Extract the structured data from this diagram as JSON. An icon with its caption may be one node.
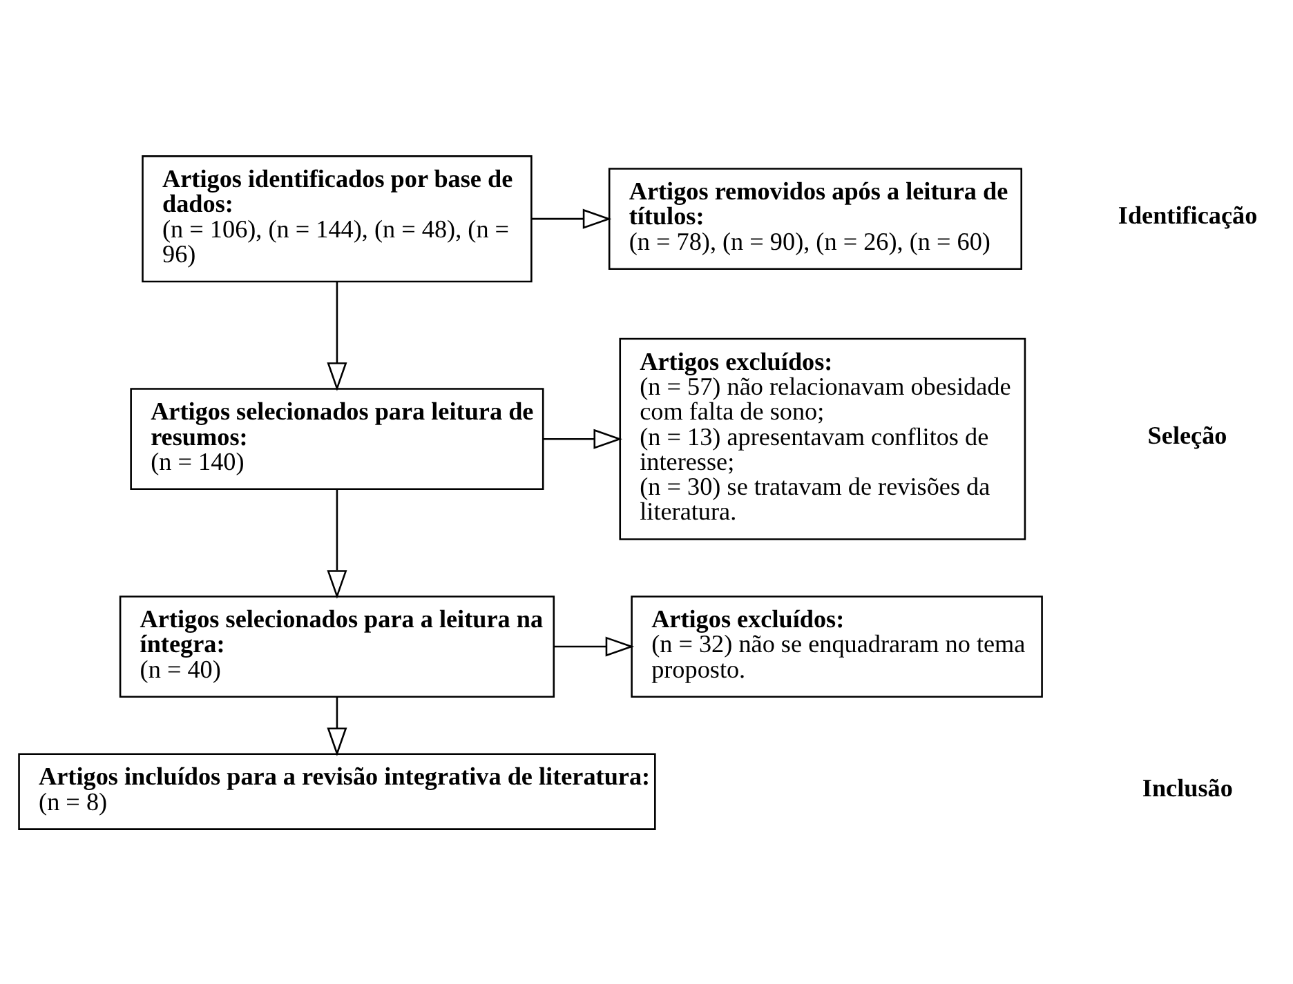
{
  "diagram": {
    "nodes": [
      {
        "text": [
          "Artigos identificados por base de dados:",
          "(n = 106), (n = 144), (n = 48), (n = 96)"
        ]
      },
      {
        "text": [
          "Artigos removidos após a leitura de títulos:",
          "(n = 78), (n = 90), (n = 26), (n = 60)"
        ]
      },
      {
        "text": [
          "Artigos selecionados para leitura de resumos:",
          "(n = 140)"
        ]
      },
      {
        "text": [
          "Artigos excluídos:",
          "(n = 57) não relacionavam obesidade com falta de sono;",
          "(n = 13) apresentavam conflitos de interesse;",
          "(n = 30) se tratavam de revisões da literatura."
        ]
      },
      {
        "text": [
          "Artigos selecionados para a leitura na íntegra:",
          "(n = 40)"
        ]
      },
      {
        "text": [
          "Artigos excluídos:",
          "(n = 32) não se enquadraram no tema proposto."
        ]
      },
      {
        "text": [
          "Artigos incluídos para a revisão integrativa de literatura:",
          "(n = 8)"
        ]
      }
    ],
    "edges": [
      {
        "from": 0,
        "to": 1,
        "arrow": "to"
      },
      {
        "from": 0,
        "to": 2,
        "arrow": "to"
      },
      {
        "from": 2,
        "to": 3,
        "arrow": "to"
      },
      {
        "from": 2,
        "to": 4,
        "arrow": "to"
      },
      {
        "from": 4,
        "to": 5,
        "arrow": "to"
      },
      {
        "from": 4,
        "to": 6,
        "arrow": "to"
      }
    ],
    "labels": [
      "Identificação",
      "Seleção",
      "Inclusão"
    ]
  }
}
